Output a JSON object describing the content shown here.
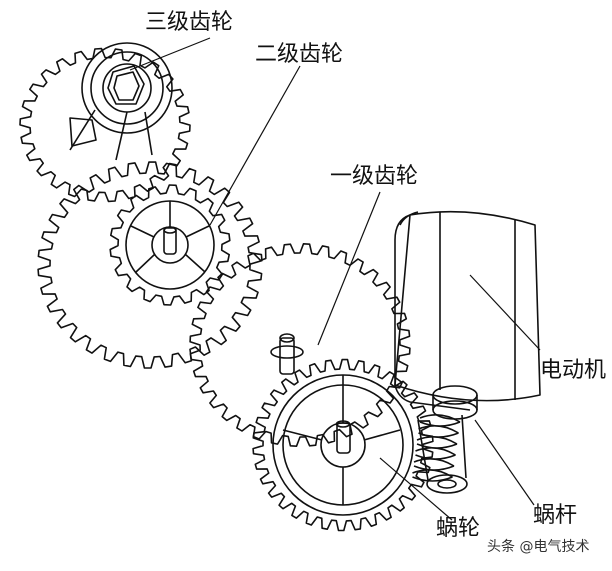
{
  "diagram": {
    "labels": {
      "gear3": "三级齿轮",
      "gear2": "二级齿轮",
      "gear1": "一级齿轮",
      "motor": "电动机",
      "worm_wheel": "蜗轮",
      "worm": "蜗杆"
    },
    "watermark": "头条 @电气技术"
  }
}
